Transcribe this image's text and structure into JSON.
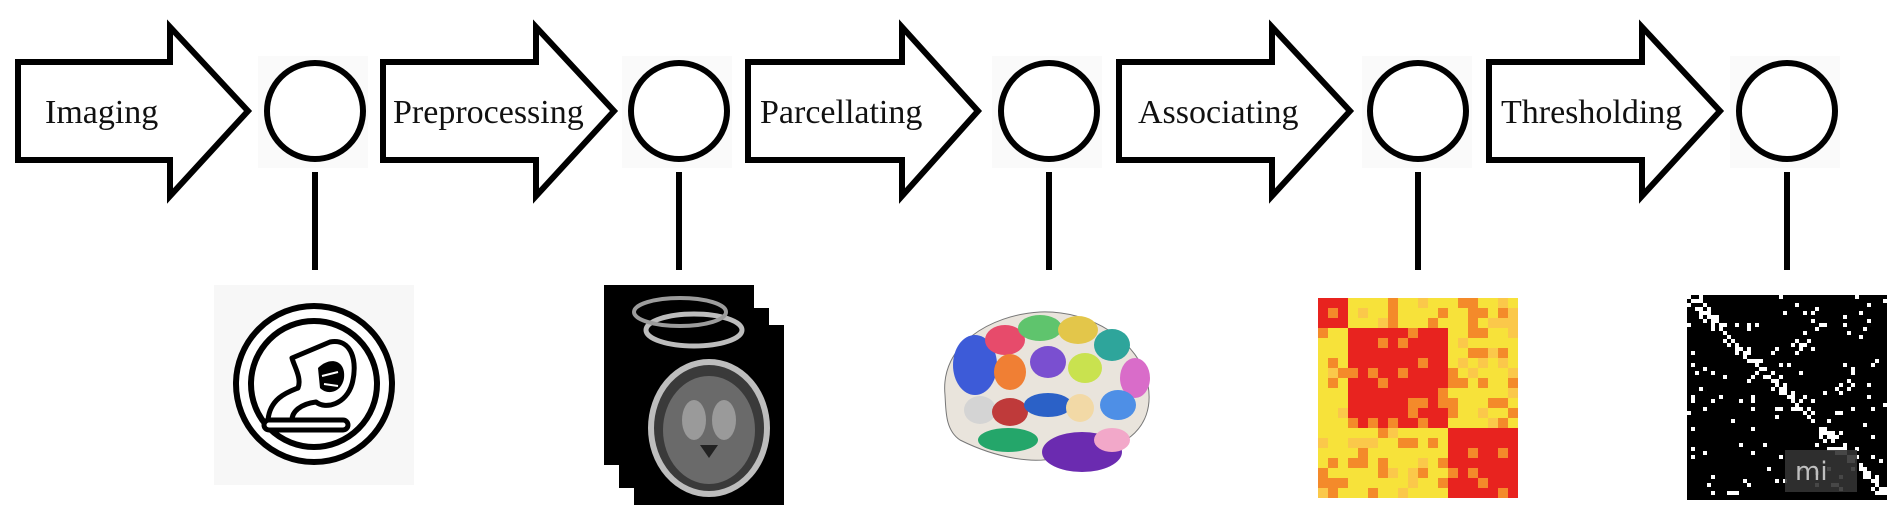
{
  "steps": [
    {
      "label": "Imaging",
      "icon": "mri-scanner-icon"
    },
    {
      "label": "Preprocessing",
      "icon": "mri-slice-stack-icon"
    },
    {
      "label": "Parcellating",
      "icon": "parcellated-brain-icon"
    },
    {
      "label": "Associating",
      "icon": "correlation-matrix-icon"
    },
    {
      "label": "Thresholding",
      "icon": "binary-adjacency-matrix-icon"
    }
  ],
  "watermark": "mi",
  "colors": {
    "outline": "#000000",
    "heatmap_high": "#e8231f",
    "heatmap_mid": "#f48a2a",
    "heatmap_low": "#f7e23a"
  }
}
